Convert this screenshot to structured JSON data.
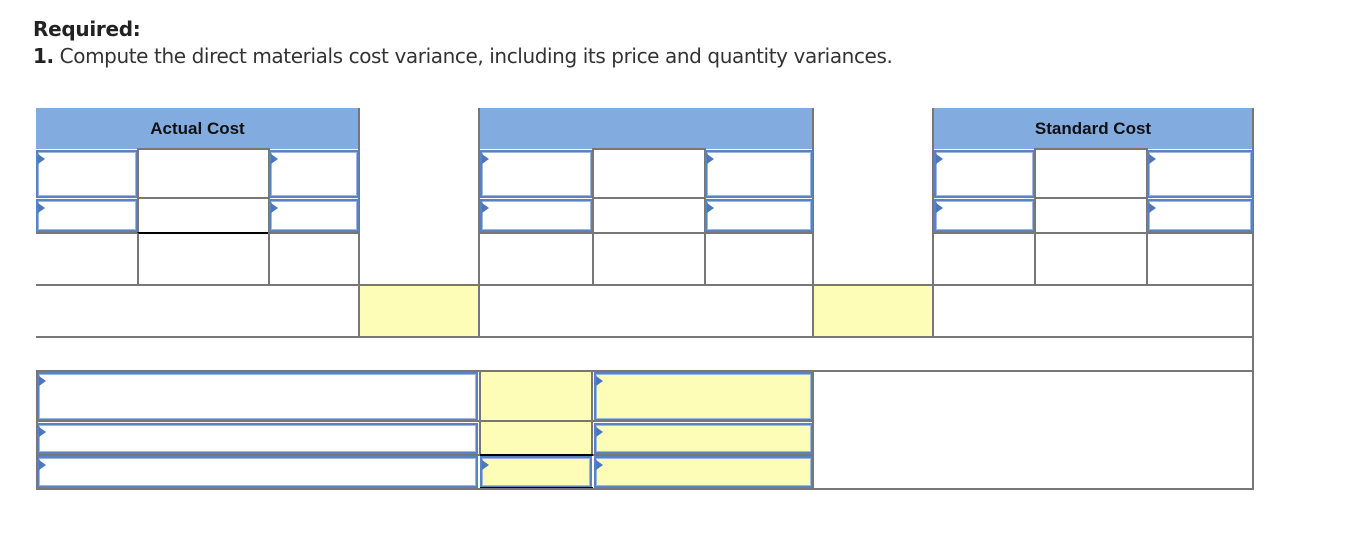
{
  "heading": {
    "label": "Required:"
  },
  "question": {
    "number": "1.",
    "text": " Compute the direct materials cost variance, including its price and quantity variances."
  },
  "table": {
    "headers": {
      "actual_cost": "Actual Cost",
      "middle": "",
      "standard_cost": "Standard Cost"
    },
    "colors": {
      "header_bg": "#82abdf",
      "answer_cell_bg": "#fefdb8",
      "input_border": "#5b82c0",
      "grid_line": "#777777"
    },
    "actual_cost_rows": [
      {
        "dropdown_left": "",
        "value": "",
        "dropdown_right": ""
      },
      {
        "dropdown_left": "",
        "value": "",
        "dropdown_right": ""
      },
      {
        "left": "",
        "value": "",
        "right": ""
      }
    ],
    "middle_rows": [
      {
        "dropdown_left": "",
        "value": "",
        "dropdown_right": ""
      },
      {
        "dropdown_left": "",
        "value": "",
        "dropdown_right": ""
      },
      {
        "left": "",
        "value": "",
        "right": ""
      }
    ],
    "standard_cost_rows": [
      {
        "dropdown_left": "",
        "value": "",
        "dropdown_right": ""
      },
      {
        "dropdown_left": "",
        "value": "",
        "dropdown_right": ""
      },
      {
        "left": "",
        "value": "",
        "right": ""
      }
    ],
    "variance_row": {
      "price_variance_value": "",
      "quantity_variance_value": ""
    },
    "summary_rows": [
      {
        "label_dropdown": "",
        "amount": "",
        "type_dropdown": ""
      },
      {
        "label_dropdown": "",
        "amount": "",
        "type_dropdown": ""
      },
      {
        "label_dropdown": "",
        "amount_dropdown": "",
        "type_dropdown": ""
      }
    ]
  }
}
